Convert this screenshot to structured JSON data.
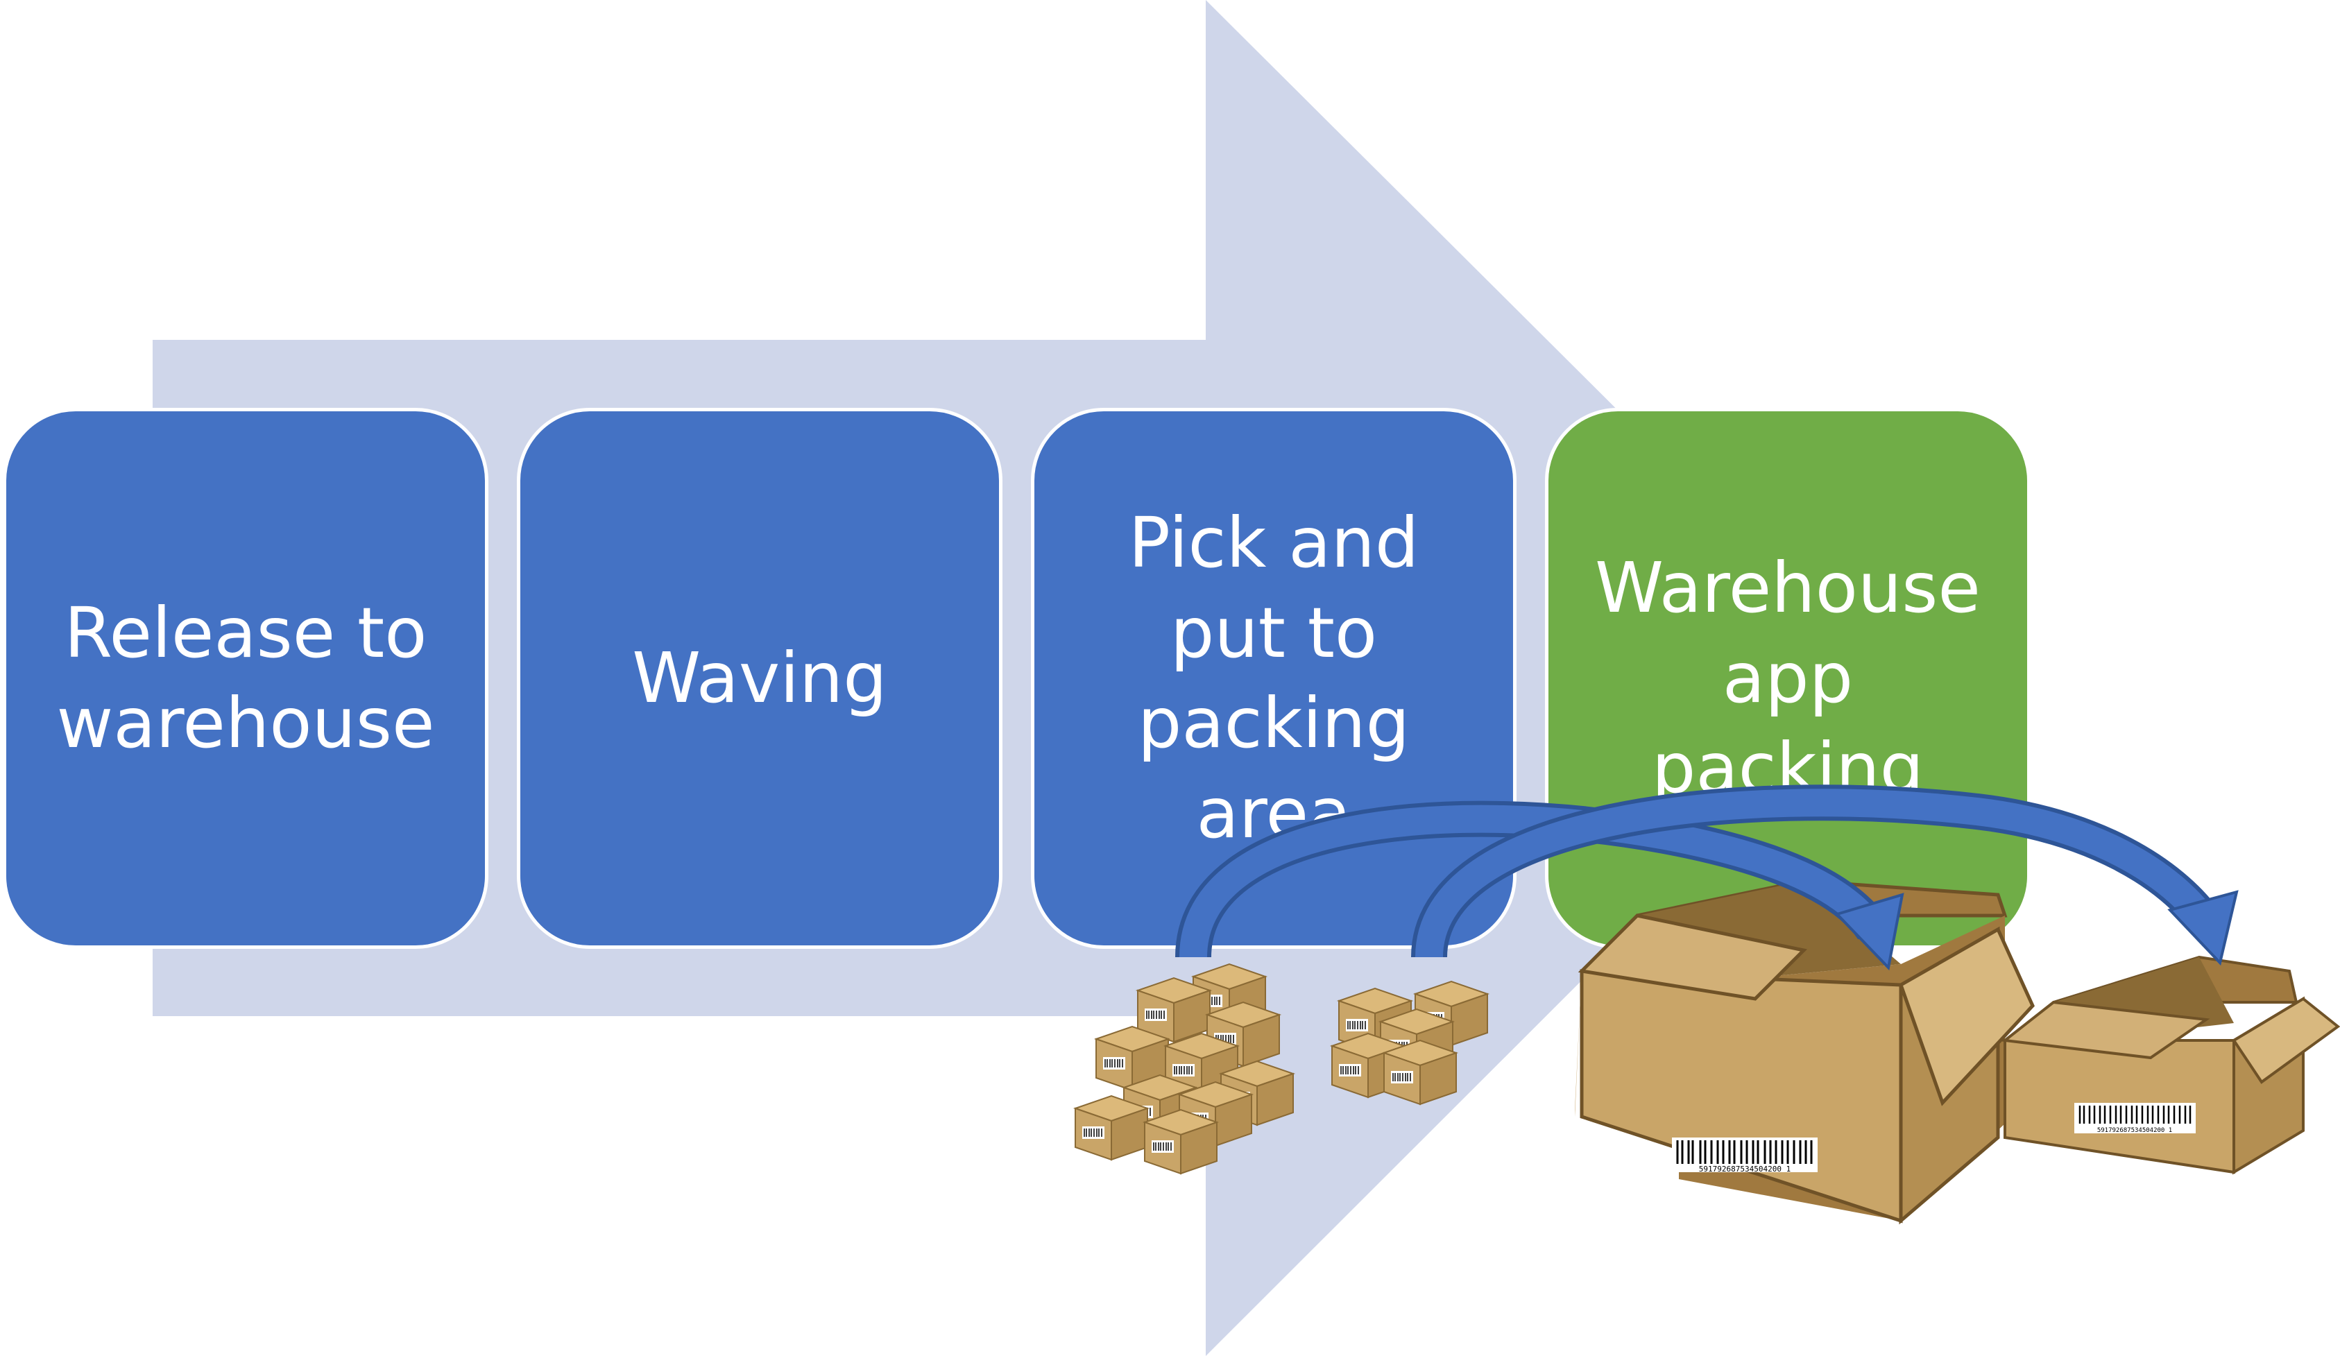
{
  "colors": {
    "arrow": "#cfd6ea",
    "step": "#4472c4",
    "final_step": "#70ad47",
    "curve_arrow": "#3e68b8",
    "box": "#c9a568",
    "box_dark": "#8a6a35",
    "box_inner": "#a0793f"
  },
  "steps": [
    {
      "label": "Release to\nwarehouse",
      "color": "#4472c4"
    },
    {
      "label": "Waving",
      "color": "#4472c4"
    },
    {
      "label": "Pick and\nput to\npacking\narea",
      "color": "#4472c4"
    },
    {
      "label": "Warehouse\napp\npacking",
      "color": "#70ad47"
    }
  ],
  "barcodes": {
    "large_box": "591792687534504200 1",
    "small_box": "591792687534504200 1"
  }
}
